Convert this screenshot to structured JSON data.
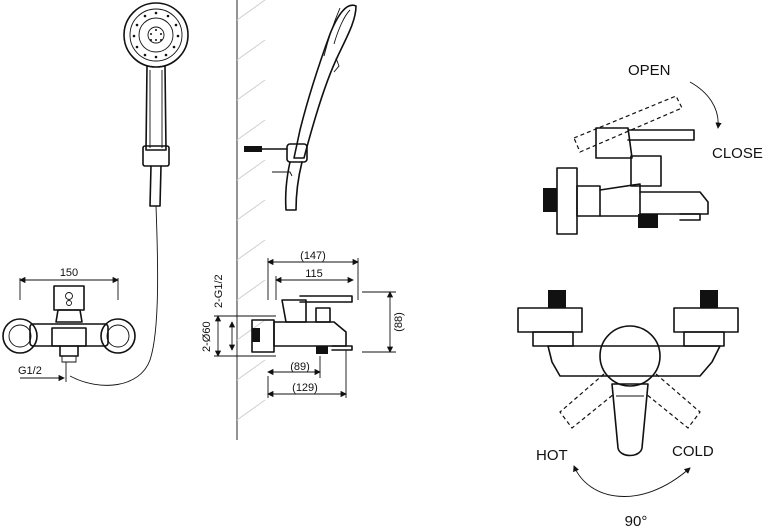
{
  "labels": {
    "open": "OPEN",
    "close": "CLOSE",
    "hot": "HOT",
    "cold": "COLD",
    "angle": "90°"
  },
  "dimensions": {
    "front_width": "150",
    "front_thread": "G1/2",
    "side_overall": "(147)",
    "side_spout": "115",
    "side_thread": "2-G1/2",
    "side_diameter": "2-Ø60",
    "side_height": "(88)",
    "side_inner": "(89)",
    "side_depth": "(129)"
  },
  "colors": {
    "line": "#111111",
    "wall": "#cfcfcf",
    "background": "#ffffff"
  }
}
